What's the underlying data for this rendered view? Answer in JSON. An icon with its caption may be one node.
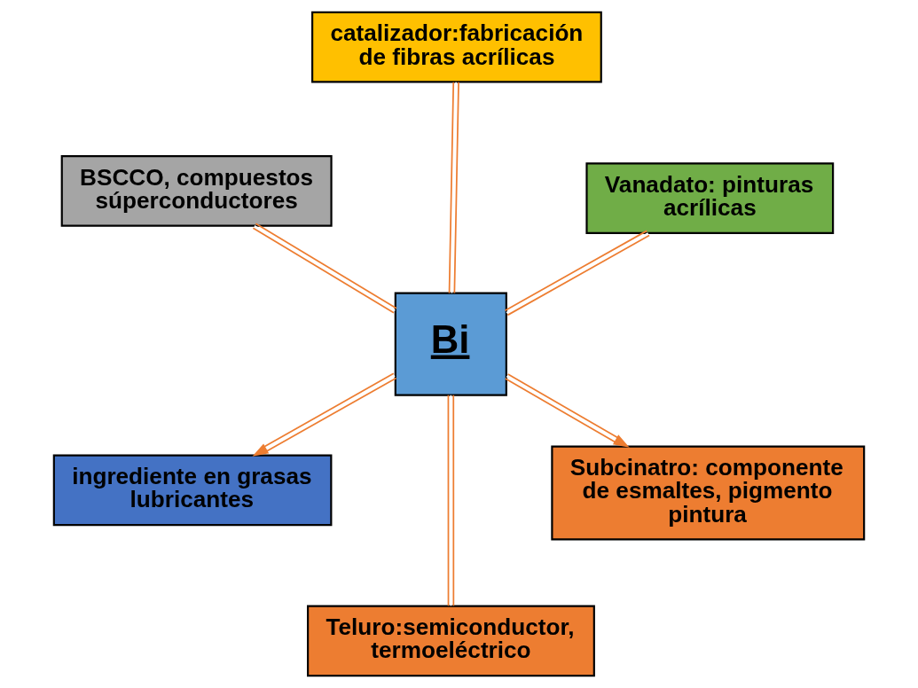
{
  "diagram": {
    "nodes": [
      {
        "text": [
          "Bi"
        ]
      },
      {
        "text": [
          "Subcinatro: componente de esmaltes, pigmento pintura"
        ]
      },
      {
        "text": [
          "Teluro:semiconductor, termoeléctrico"
        ]
      },
      {
        "text": [
          "BSCCO, compuestos súperconductores"
        ]
      },
      {
        "text": [
          "Vanadato: pinturas acrílicas"
        ]
      },
      {
        "text": [
          "catalizador:fabricación de fibras acrílicas"
        ]
      },
      {
        "text": [
          "ingrediente en grasas lubricantes"
        ]
      }
    ],
    "edges": [
      {
        "from": 0,
        "to": 1,
        "arrow": "to"
      },
      {
        "from": 0,
        "to": 2,
        "arrow": "none"
      },
      {
        "from": 0,
        "to": 3,
        "arrow": "none"
      },
      {
        "from": 0,
        "to": 4,
        "arrow": "none"
      },
      {
        "from": 0,
        "to": 5,
        "arrow": "none"
      },
      {
        "from": 0,
        "to": 6,
        "arrow": "to"
      }
    ]
  }
}
